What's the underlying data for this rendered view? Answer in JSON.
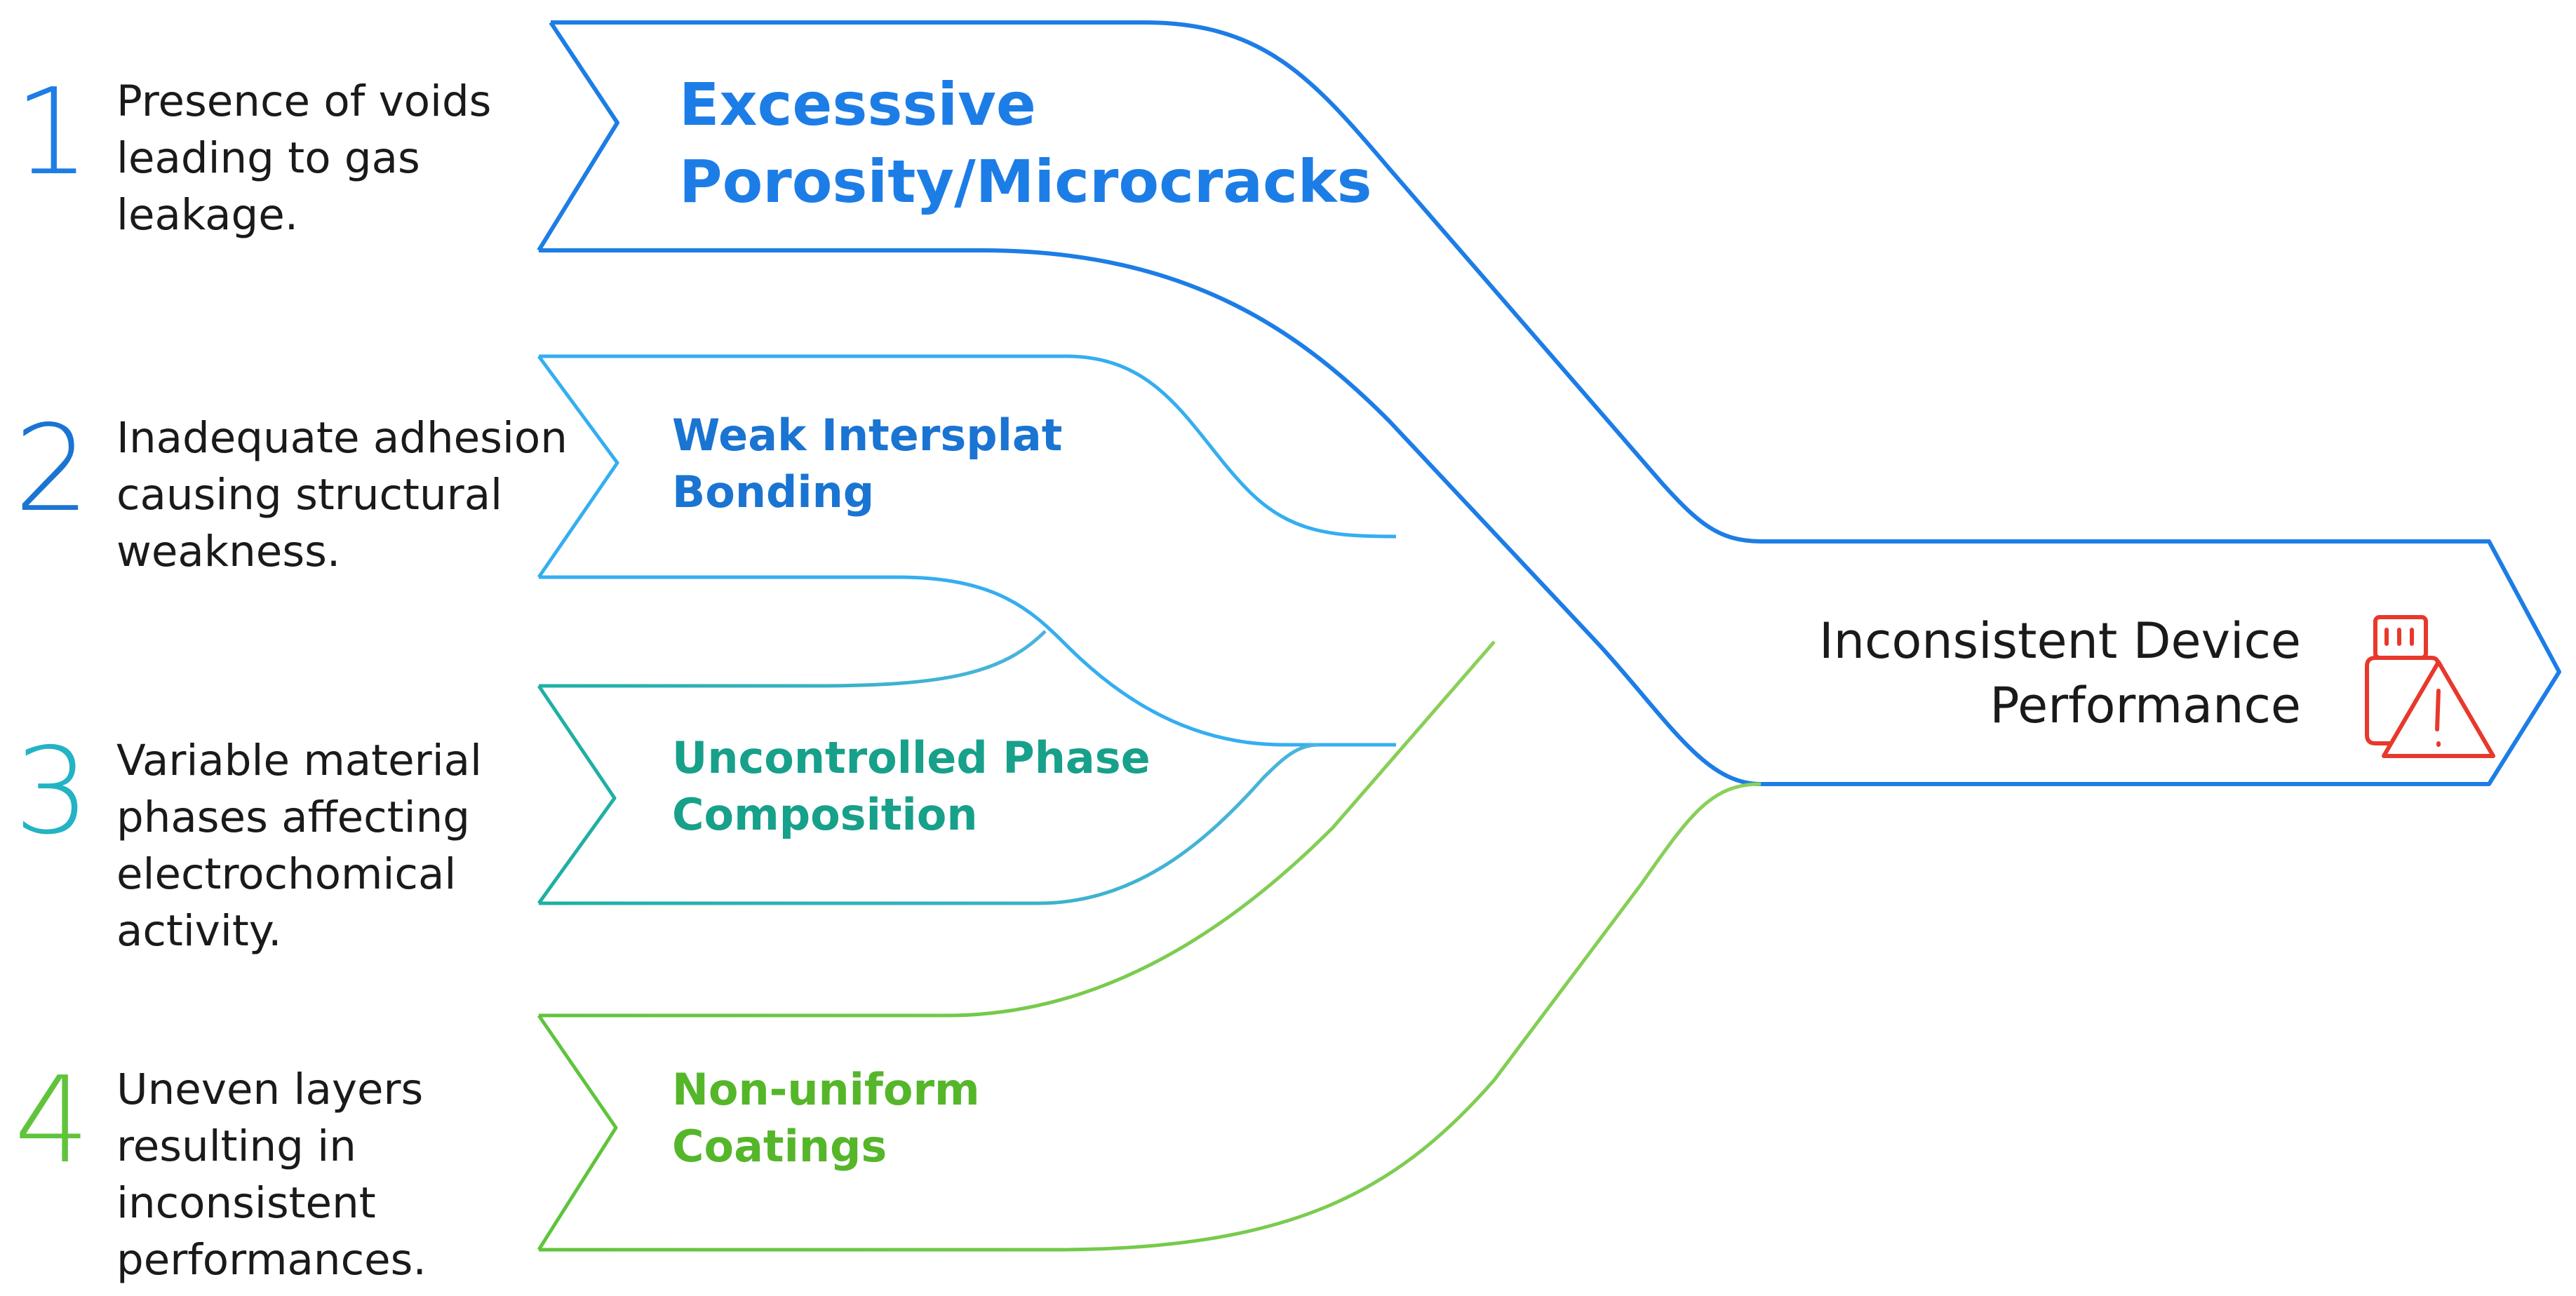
{
  "colors": {
    "blue_dark": "#1d7de6",
    "blue_light": "#35aef0",
    "teal": "#1fb0a2",
    "green": "#5fc43c",
    "red_icon": "#e8382c",
    "text": "#1a1a1a"
  },
  "causes": [
    {
      "number": "1",
      "title": "Excesssive\nPorosity/Microcracks",
      "description": "Presence of voids\nleading to gas\nleakage.",
      "color": "#1d7de6"
    },
    {
      "number": "2",
      "title": "Weak Intersplat\nBonding",
      "description": "Inadequate adhesion\ncausing structural\nweakness.",
      "color": "#1a74d2"
    },
    {
      "number": "3",
      "title": "Uncontrolled Phase\nComposition",
      "description": "Variable material\nphases affecting\nelectrochomical\nactivity.",
      "color": "#17a08a"
    },
    {
      "number": "4",
      "title": "Non-uniform\nCoatings",
      "description": "Uneven layers\nresulting in\ninconsistent\nperformances.",
      "color": "#55b62a"
    }
  ],
  "outcome": {
    "label": "Inconsistent Device\nPerformance",
    "icon": "device-warning-icon"
  }
}
